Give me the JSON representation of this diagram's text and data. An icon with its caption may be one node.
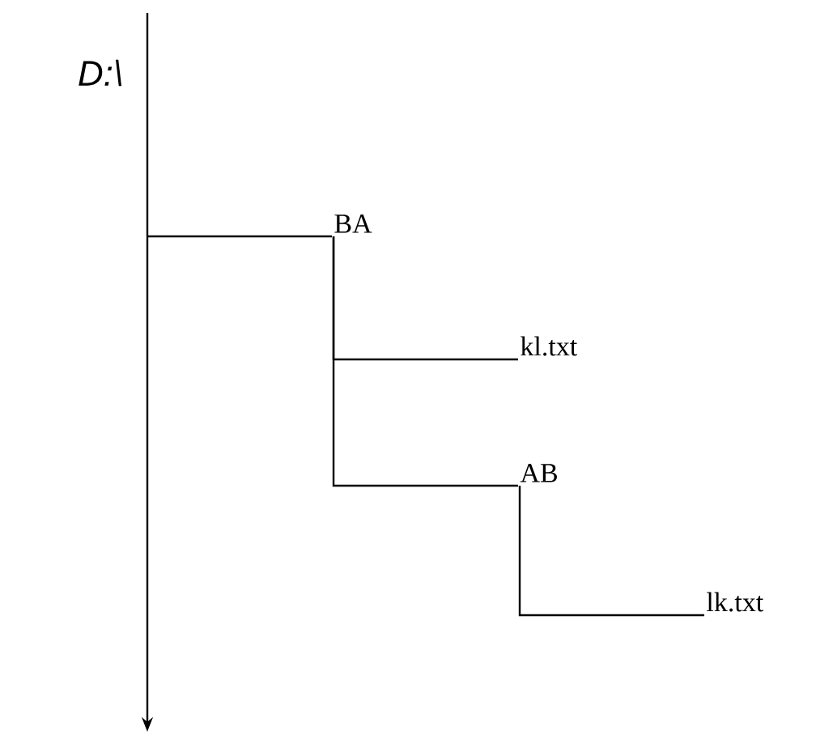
{
  "diagram": {
    "nodes": [
      {
        "text": [
          "D:\\"
        ]
      },
      {
        "text": [
          "BA"
        ]
      },
      {
        "text": [
          "kl.txt"
        ]
      },
      {
        "text": [
          "AB"
        ]
      },
      {
        "text": [
          "lk.txt"
        ]
      }
    ],
    "edges": [
      {
        "from": 0,
        "to": null,
        "arrow": "to"
      },
      {
        "from": null,
        "to": 1,
        "arrow": "none"
      },
      {
        "from": 1,
        "to": 2,
        "arrow": "none"
      },
      {
        "from": 1,
        "to": 3,
        "arrow": "none"
      },
      {
        "from": 3,
        "to": 4,
        "arrow": "none"
      }
    ]
  }
}
